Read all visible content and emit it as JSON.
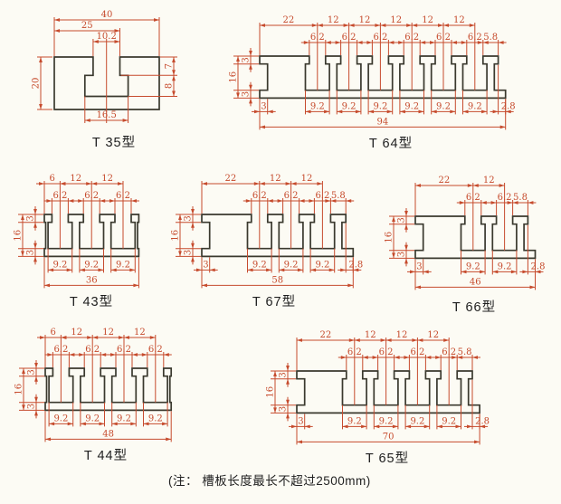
{
  "page": {
    "note": "(注： 槽板长度最长不超过2500mm)"
  },
  "colors": {
    "dimension": "#c64b2d",
    "outline": "#3a392e",
    "background": "#fcfbf4"
  },
  "drawings": [
    {
      "id": "t35",
      "title": "T 35型",
      "dims": {
        "total_width": "40",
        "width_to_slot": "25",
        "slot_opening": "10.2",
        "height": "20",
        "neck_depth": "7",
        "cavity_height": "8",
        "cavity_width": "16.5"
      }
    },
    {
      "id": "t64",
      "title": "T 64型",
      "dims": {
        "top": [
          "22",
          "12",
          "12",
          "12",
          "12",
          "12"
        ],
        "openings": [
          "6.2",
          "6.2",
          "6.2",
          "6.2",
          "6.2",
          "6.2"
        ],
        "last_head": "5.8",
        "left": [
          "3",
          "16",
          "3"
        ],
        "groove_depth": "3",
        "cavities": [
          "9.2",
          "9.2",
          "9.2",
          "9.2",
          "9.2",
          "9.2"
        ],
        "right_end": "2.8",
        "total": "94"
      }
    },
    {
      "id": "t43",
      "title": "T 43型",
      "dims": {
        "top": [
          "6",
          "12",
          "12"
        ],
        "openings": [
          "6.2",
          "6.2",
          "6.2"
        ],
        "left": [
          "3",
          "16",
          "3"
        ],
        "cavities": [
          "9.2",
          "9.2",
          "9.2"
        ],
        "total": "36"
      }
    },
    {
      "id": "t67",
      "title": "T 67型",
      "dims": {
        "top": [
          "22",
          "12",
          "12"
        ],
        "openings": [
          "6.2",
          "6.2",
          "6.2"
        ],
        "last_head": "5.8",
        "left": [
          "3",
          "16",
          "3"
        ],
        "groove_depth": "3",
        "cavities": [
          "9.2",
          "9.2",
          "9.2"
        ],
        "right_end": "2.8",
        "total": "58"
      }
    },
    {
      "id": "t66",
      "title": "T 66型",
      "dims": {
        "top": [
          "22",
          "12"
        ],
        "openings": [
          "6.2",
          "6.2"
        ],
        "last_head": "5.8",
        "left": [
          "3",
          "16",
          "3"
        ],
        "groove_depth": "3",
        "cavities": [
          "9.2",
          "9.2"
        ],
        "right_end": "2.8",
        "total": "46"
      }
    },
    {
      "id": "t44",
      "title": "T 44型",
      "dims": {
        "top": [
          "6",
          "12",
          "12",
          "12"
        ],
        "openings": [
          "6.2",
          "6.2",
          "6.2",
          "6.2"
        ],
        "left": [
          "3",
          "16",
          "3"
        ],
        "cavities": [
          "9.2",
          "9.2",
          "9.2",
          "9.2"
        ],
        "total": "48"
      }
    },
    {
      "id": "t65",
      "title": "T 65型",
      "dims": {
        "top": [
          "22",
          "12",
          "12",
          "12"
        ],
        "openings": [
          "6.2",
          "6.2",
          "6.2",
          "6.2"
        ],
        "last_head": "5.8",
        "left": [
          "3",
          "16",
          "3"
        ],
        "groove_depth": "3",
        "cavities": [
          "9.2",
          "9.2",
          "9.2",
          "9.2"
        ],
        "right_end": "2.8",
        "total": "70"
      }
    }
  ]
}
